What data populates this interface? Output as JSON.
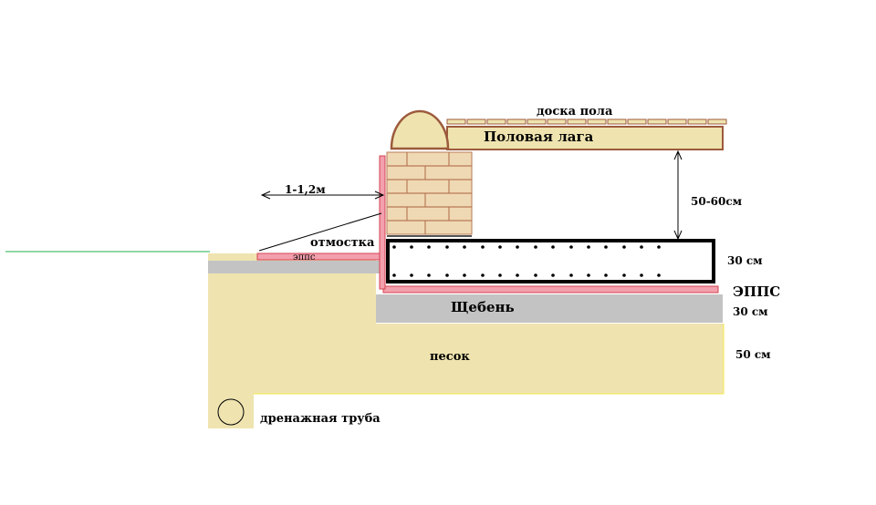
{
  "labels": {
    "floor_board": "доска пола",
    "floor_joist": "Половая лага",
    "blind_area_width": "1-1,2м",
    "height_gap": "50-60см",
    "blind_area": "отмостка",
    "epps_small": "эппс",
    "slab_thickness": "30 см",
    "epps_big": "ЭППС",
    "gravel": "Щебень",
    "gravel_thickness": "30 см",
    "sand": "песок",
    "sand_thickness": "50 см",
    "drain_pipe": "дренажная труба"
  },
  "colors": {
    "sand": "#efe4b0",
    "gravel": "#c3c3c3",
    "insulation": "#f2a0ae",
    "insulation_edge": "#d6424f",
    "brick": "#efd9b4",
    "brick_mortar": "#b97a57",
    "wood": "#efe4b0",
    "wood_edge": "#9c5a3c",
    "ground_line": "#22b14c",
    "slab_border": "#000000"
  }
}
